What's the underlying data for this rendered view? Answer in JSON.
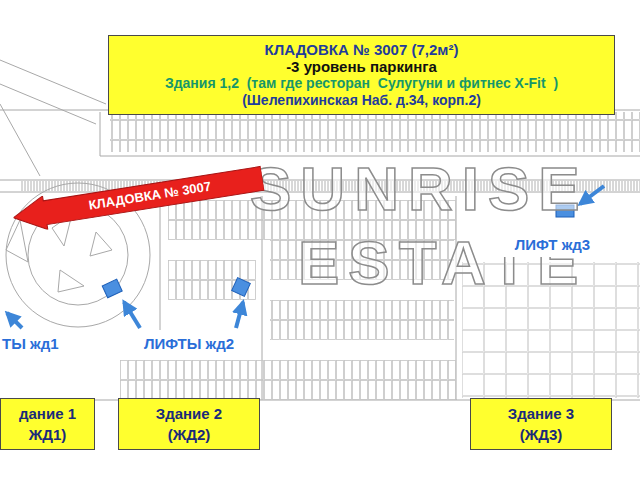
{
  "diagram": {
    "nodes": [
      {
        "text": [
          "КЛАДОВКА № 3007 (7,2м²)",
          "-3 уровень паркинга",
          "Здания 1,2  (там где ресторан  Сулугуни и фитнес X-Fit  )",
          "(Шелепихинская Наб. д.34, корп.2)"
        ]
      },
      {
        "text": [
          "КЛАДОВКА № 3007"
        ]
      },
      {
        "text": [
          "ЛИФТ жд3"
        ]
      },
      {
        "text": [
          "ТЫ жд1"
        ]
      },
      {
        "text": [
          "ЛИФТЫ жд2"
        ]
      },
      {
        "text": [
          "дание 1 ЖД1)"
        ]
      },
      {
        "text": [
          "Здание 2 (ЖД2)"
        ]
      },
      {
        "text": [
          "Здание 3 (ЖД3)"
        ]
      }
    ],
    "labels": [
      "SUNRISE",
      "ESTATE"
    ]
  }
}
